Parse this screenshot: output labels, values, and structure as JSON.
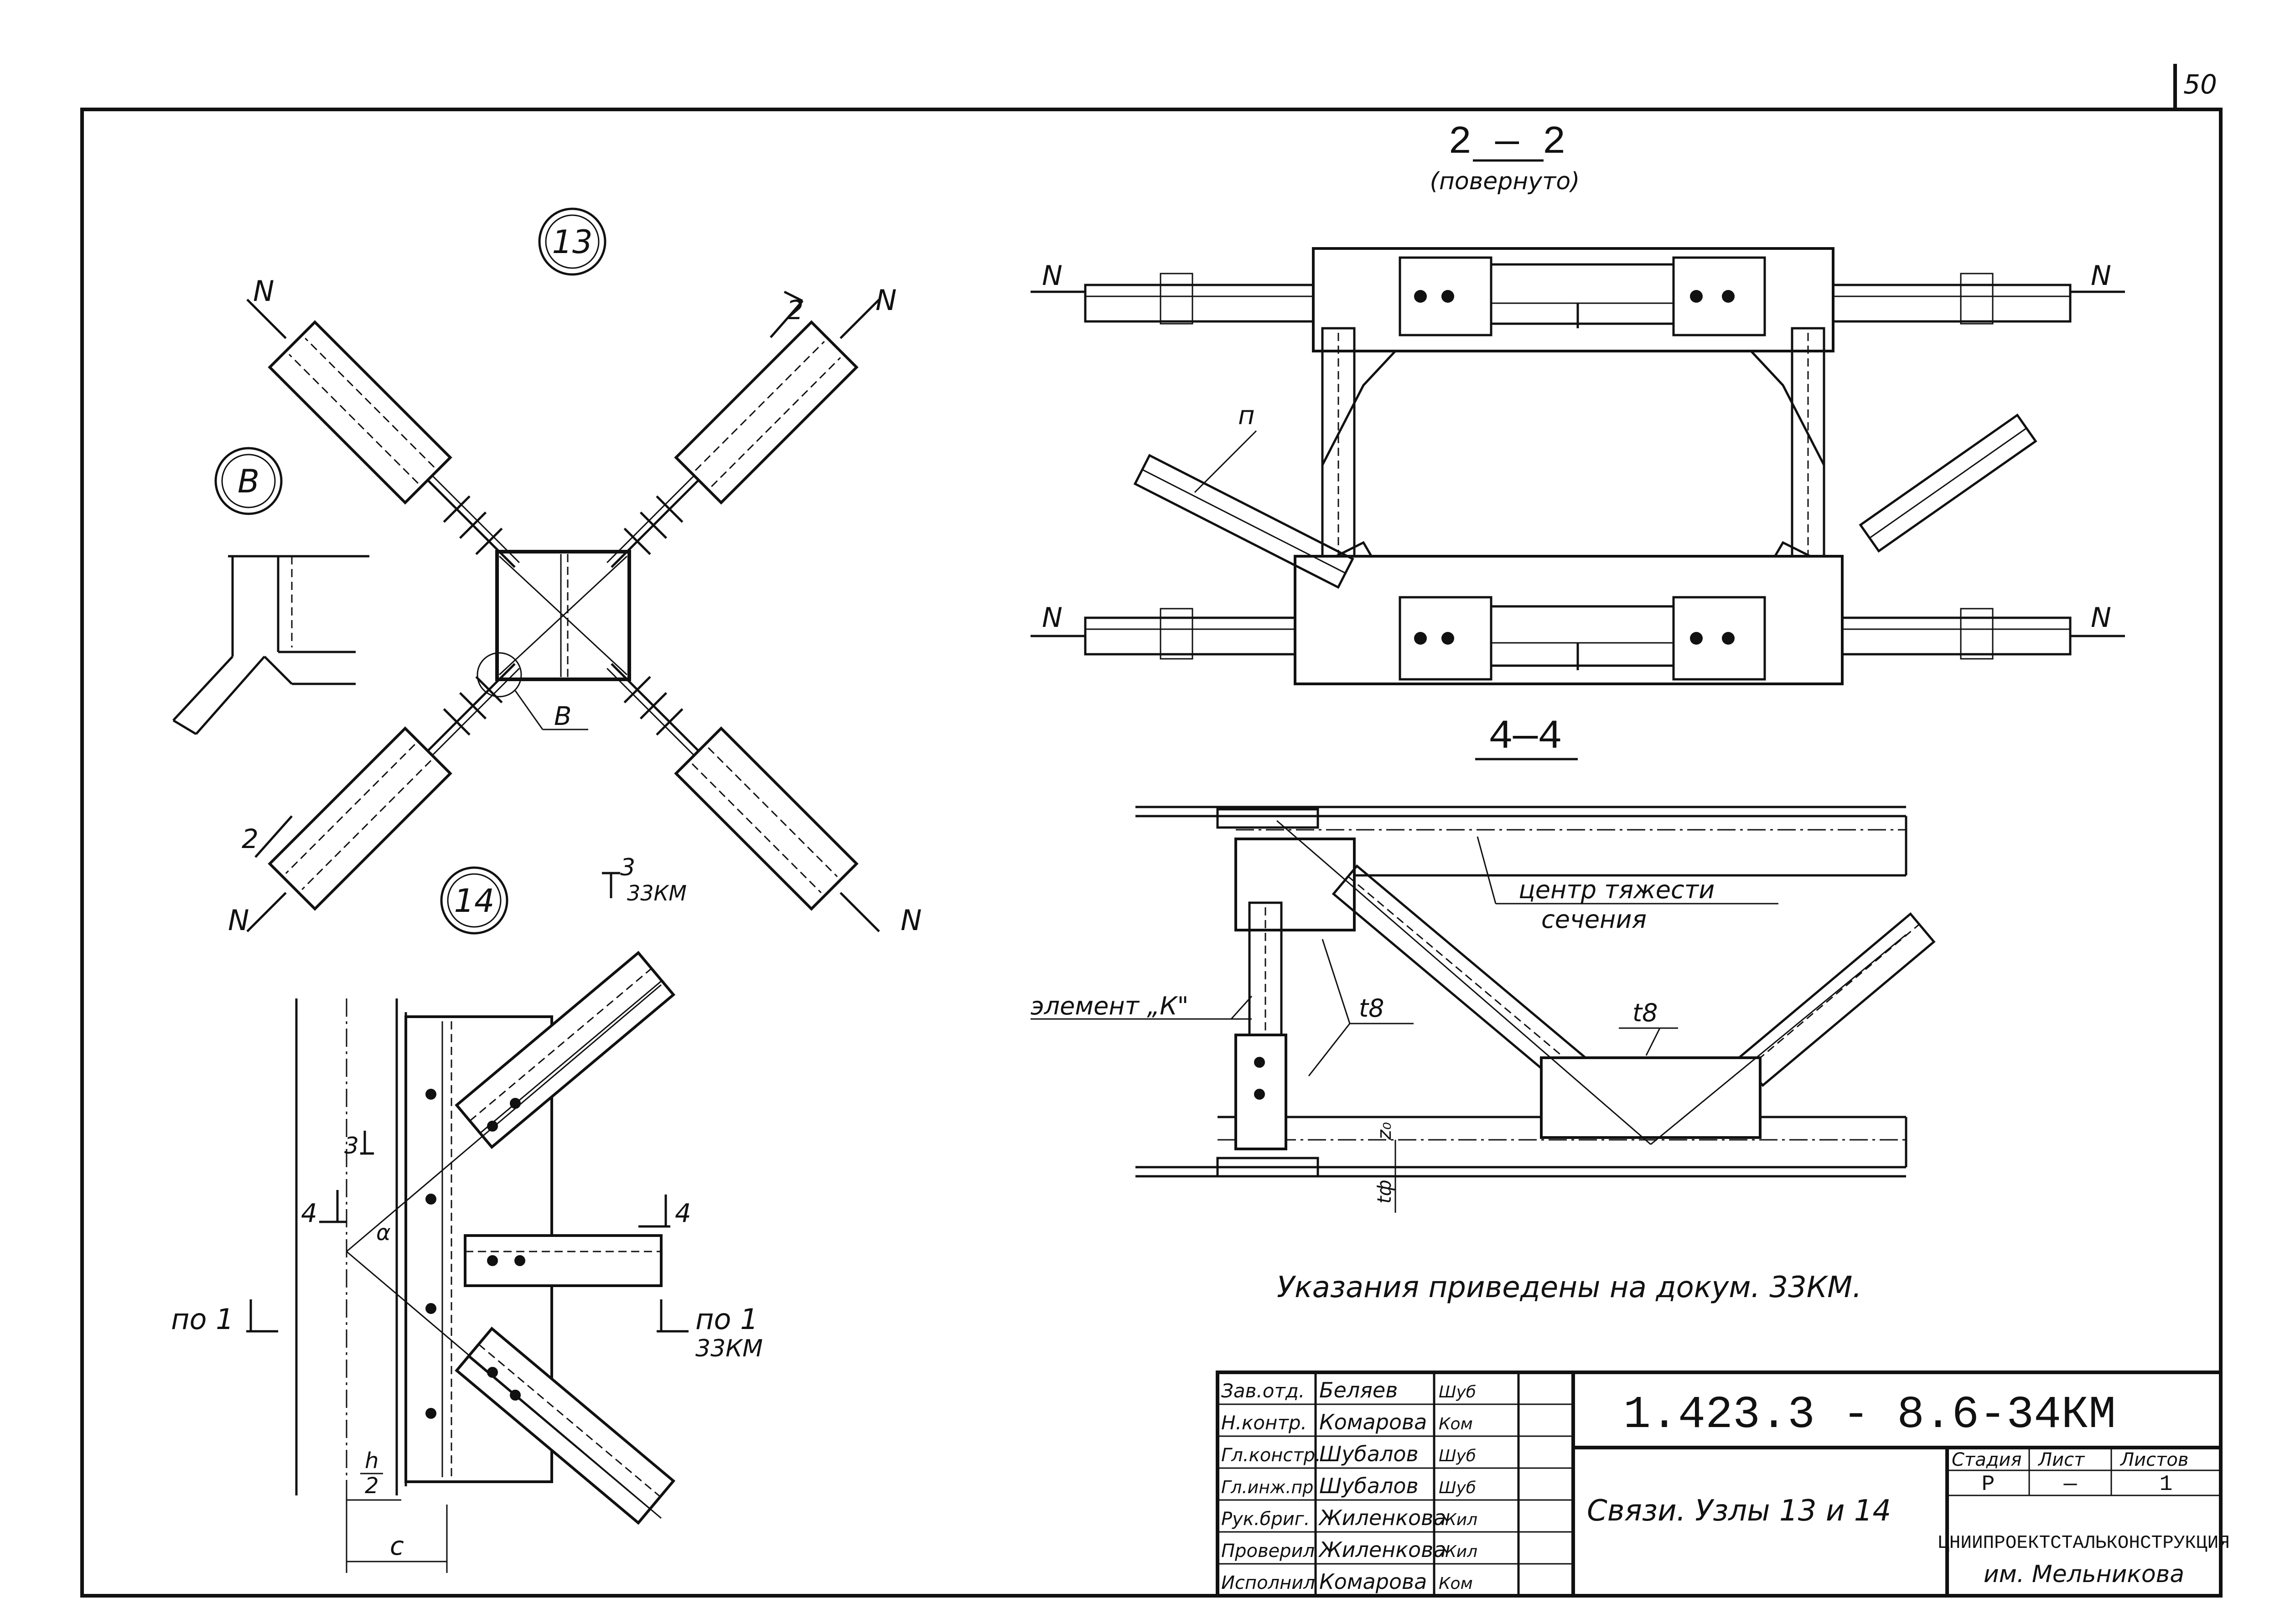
{
  "sheet": {
    "page_number": "50",
    "note": "Указания приведены на докум. 33КМ."
  },
  "node13": {
    "mark": "13",
    "force_label": "N",
    "cut_mark": "2",
    "detail_mark": "В",
    "detail_callout": "В"
  },
  "node14": {
    "mark": "14",
    "cut3": "3",
    "cut3_ref": "33КМ",
    "cut4": "4",
    "cut_po1": "по 1",
    "po1_ref": "33КМ",
    "dim_h": "h",
    "dim_2": "2",
    "dim_c": "c",
    "angle": "α"
  },
  "section22": {
    "title": "2 — 2",
    "subtitle": "(повернуто)",
    "force_label": "N",
    "label_n": "п"
  },
  "section44": {
    "title": "4—4",
    "center_label_1": "центр тяжести",
    "center_label_2": "сечения",
    "element_label": "элемент „К\"",
    "t8_a": "t8",
    "t8_b": "t8",
    "dim_z0": "z₀",
    "dim_tf": "tф"
  },
  "title_block": {
    "rows": [
      {
        "role": "Зав.отд.",
        "name": "Беляев",
        "sign": "Шуб"
      },
      {
        "role": "Н.контр.",
        "name": "Комарова",
        "sign": "Ком"
      },
      {
        "role": "Гл.констр.",
        "name": "Шубалов",
        "sign": "Шуб"
      },
      {
        "role": "Гл.инж.пр.",
        "name": "Шубалов",
        "sign": "Шуб"
      },
      {
        "role": "Рук.бриг.",
        "name": "Жиленкова",
        "sign": "Жил"
      },
      {
        "role": "Проверил",
        "name": "Жиленкова",
        "sign": "Жил"
      },
      {
        "role": "Исполнил",
        "name": "Комарова",
        "sign": "Ком"
      }
    ],
    "doc_code": "1.423.3 - 8.6-34КМ",
    "title": "Связи.  Узлы  13 и 14",
    "stage_label": "Стадия",
    "sheet_label": "Лист",
    "sheets_label": "Листов",
    "stage": "Р",
    "sheet": "—",
    "sheets": "1",
    "org_line1": "ЦНИИПРОЕКТСТАЛЬКОНСТРУКЦИЯ",
    "org_line2": "им. Мельникова"
  }
}
